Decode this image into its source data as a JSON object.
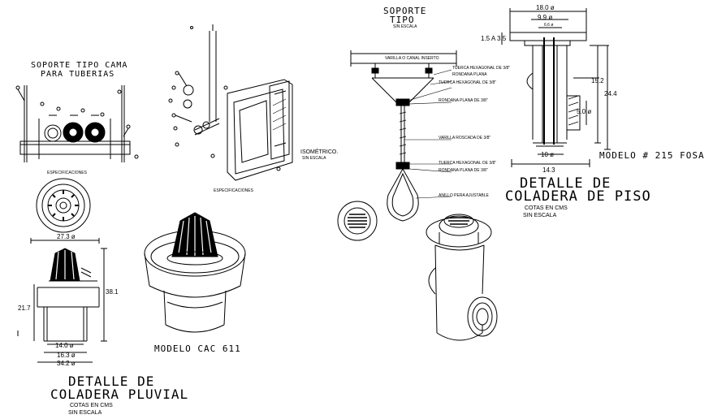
{
  "support_bed": {
    "title_line1": "SOPORTE TIPO CAMA",
    "title_line2": "PARA TUBERIAS",
    "spec_label": "ESPECIFICACIONES"
  },
  "isometric": {
    "label": "ISOMÉTRICO.",
    "sub": "SIN ESCALA",
    "spec_label": "ESPECIFICACIONES"
  },
  "support_type": {
    "title_line1": "SOPORTE",
    "title_line2": "TIPO",
    "sub": "SIN ESCALA",
    "callouts": [
      "VARILLA O CANAL INSERTO",
      "TUERCA HEXAGONAL DE 3/8\"",
      "RONDANA PLANA",
      "TUERCA HEXAGONAL DE 3/8\"",
      "RONDANA PLANA DE 3/8\"",
      "VARILLA ROSCADA DE 3/8\"",
      "TUERCA HEXAGONAL DE 3/8\"",
      "RONDANA PLANA DE 3/8\"",
      "ANILLO PERA AJUSTABLE"
    ]
  },
  "floor_drain": {
    "dims_top": [
      "18.0 ø",
      "9.9 ø",
      "6.6 ø"
    ],
    "dim_left": "1.5 A 3.5",
    "dim_right_1": "15.2",
    "dim_right_2": "24.4",
    "dim_thread": "5.0 ø",
    "dim_bottom_1": "10 ø",
    "dim_bottom_2": "14.3",
    "model": "MODELO # 215 FOSA",
    "detail_line1": "DETALLE DE",
    "detail_line2": "COLADERA DE PISO",
    "cotas": "COTAS EN CMS",
    "scale": "SIN ESCALA"
  },
  "rain_drain": {
    "dim_top": "27.3 ø",
    "dim_side": "38.1",
    "dim_left": "21.7",
    "dim_b1": "14.0 ø",
    "dim_b2": "16.3 ø",
    "dim_b3": "34.2 ø",
    "model": "MODELO CAC 611",
    "detail_line1": "DETALLE DE",
    "detail_line2": "COLADERA PLUVIAL",
    "cotas": "COTAS EN CMS",
    "scale": "SIN ESCALA"
  }
}
